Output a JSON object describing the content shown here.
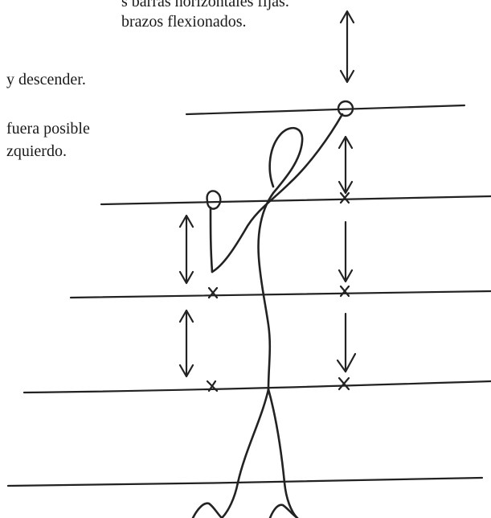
{
  "text_lines": [
    "s barras horizontales fijas.",
    "brazos flexionados.",
    "y descender.",
    " fuera posible",
    "zquierdo."
  ],
  "markers": {
    "hand_circle": "o",
    "cross_mark": "x"
  },
  "colors": {
    "ink": "#222222",
    "background": "#ffffff"
  }
}
